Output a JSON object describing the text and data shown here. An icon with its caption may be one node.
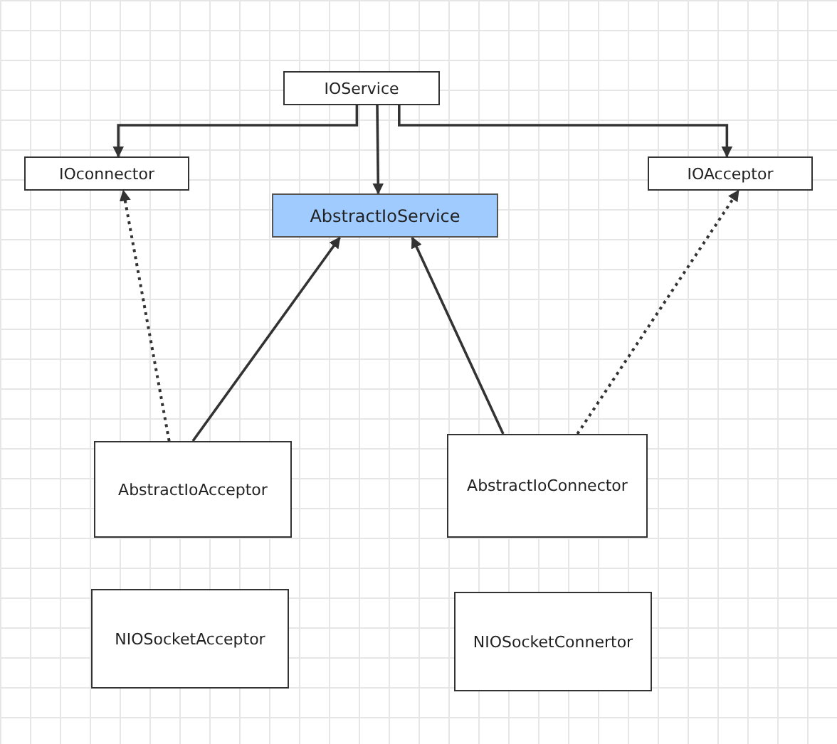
{
  "diagram": {
    "nodes": [
      {
        "text": [
          "IOService"
        ]
      },
      {
        "text": [
          "IOconnector"
        ]
      },
      {
        "text": [
          "AbstractIoService"
        ]
      },
      {
        "text": [
          "IOAcceptor"
        ]
      },
      {
        "text": [
          "AbstractIoAcceptor"
        ]
      },
      {
        "text": [
          "AbstractIoConnector"
        ]
      },
      {
        "text": [
          "NIOSocketAcceptor"
        ]
      },
      {
        "text": [
          "NIOSocketConnertor"
        ]
      }
    ],
    "edges": [
      {
        "from": 0,
        "to": 1,
        "arrow": "to"
      },
      {
        "from": 0,
        "to": 2,
        "arrow": "to"
      },
      {
        "from": 0,
        "to": 3,
        "arrow": "to"
      },
      {
        "from": 4,
        "to": 1,
        "arrow": "to",
        "style": "dashed"
      },
      {
        "from": 4,
        "to": 2,
        "arrow": "to"
      },
      {
        "from": 5,
        "to": 2,
        "arrow": "to"
      },
      {
        "from": 5,
        "to": 3,
        "arrow": "to",
        "style": "dashed"
      }
    ]
  }
}
